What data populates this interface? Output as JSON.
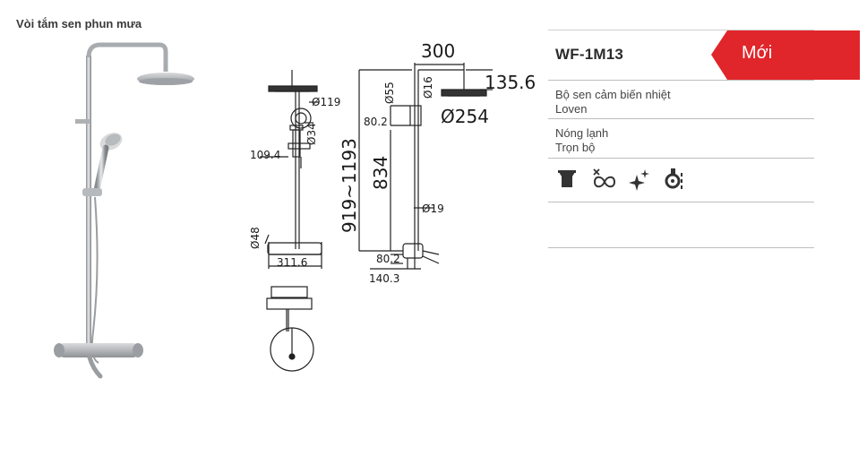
{
  "page": {
    "title": "Vòi tắm sen phun mưa"
  },
  "product": {
    "model": "WF-1M13",
    "badge": "Mới",
    "badge_color": "#e0262b",
    "line1": "Bộ sen cảm biến nhiệt",
    "line2": "Loven",
    "line3": "Nóng lạnh",
    "line4": "Trọn bộ",
    "features": [
      "rain-shower-icon",
      "infinity-water-icon",
      "sparkle-clean-icon",
      "thermostat-icon"
    ]
  },
  "dimensions": {
    "front": {
      "head_dia": "Ø119",
      "handle_dia": "Ø34",
      "bar_offset": "109.4",
      "valve_dia": "Ø48",
      "valve_width": "311.6"
    },
    "side": {
      "arm_length": "300",
      "head_height": "135.6",
      "head_dia": "Ø254",
      "pipe_dia_top": "Ø16",
      "holder_dia": "Ø55",
      "holder_offset": "80.2",
      "height_range": "919~1193",
      "bar_height": "834",
      "pipe_dia_mid": "Ø19",
      "valve_offset": "80.2",
      "valve_depth": "140.3"
    }
  }
}
